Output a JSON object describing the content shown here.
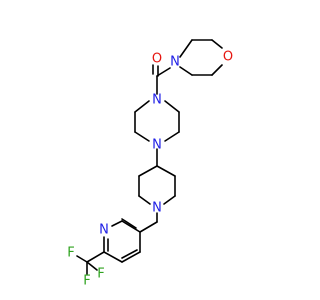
{
  "colors": {
    "bond": "#000000",
    "carbon": "#000000",
    "nitrogen": "#1f1fe6",
    "oxygen": "#e6150f",
    "fluorine": "#2fa31f",
    "background": "#ffffff"
  },
  "atoms": [
    {
      "id": "O_carbonyl",
      "label": "O",
      "element": "oxygen"
    },
    {
      "id": "N_morph",
      "label": "N",
      "element": "nitrogen"
    },
    {
      "id": "O_morph",
      "label": "O",
      "element": "oxygen"
    },
    {
      "id": "N_pip1",
      "label": "N",
      "element": "nitrogen"
    },
    {
      "id": "N_pip2",
      "label": "N",
      "element": "nitrogen"
    },
    {
      "id": "N_piper",
      "label": "N",
      "element": "nitrogen"
    },
    {
      "id": "N_pyr",
      "label": "N",
      "element": "nitrogen"
    },
    {
      "id": "F1",
      "label": "F",
      "element": "fluorine"
    },
    {
      "id": "F2",
      "label": "F",
      "element": "fluorine"
    },
    {
      "id": "F3",
      "label": "F",
      "element": "fluorine"
    }
  ]
}
